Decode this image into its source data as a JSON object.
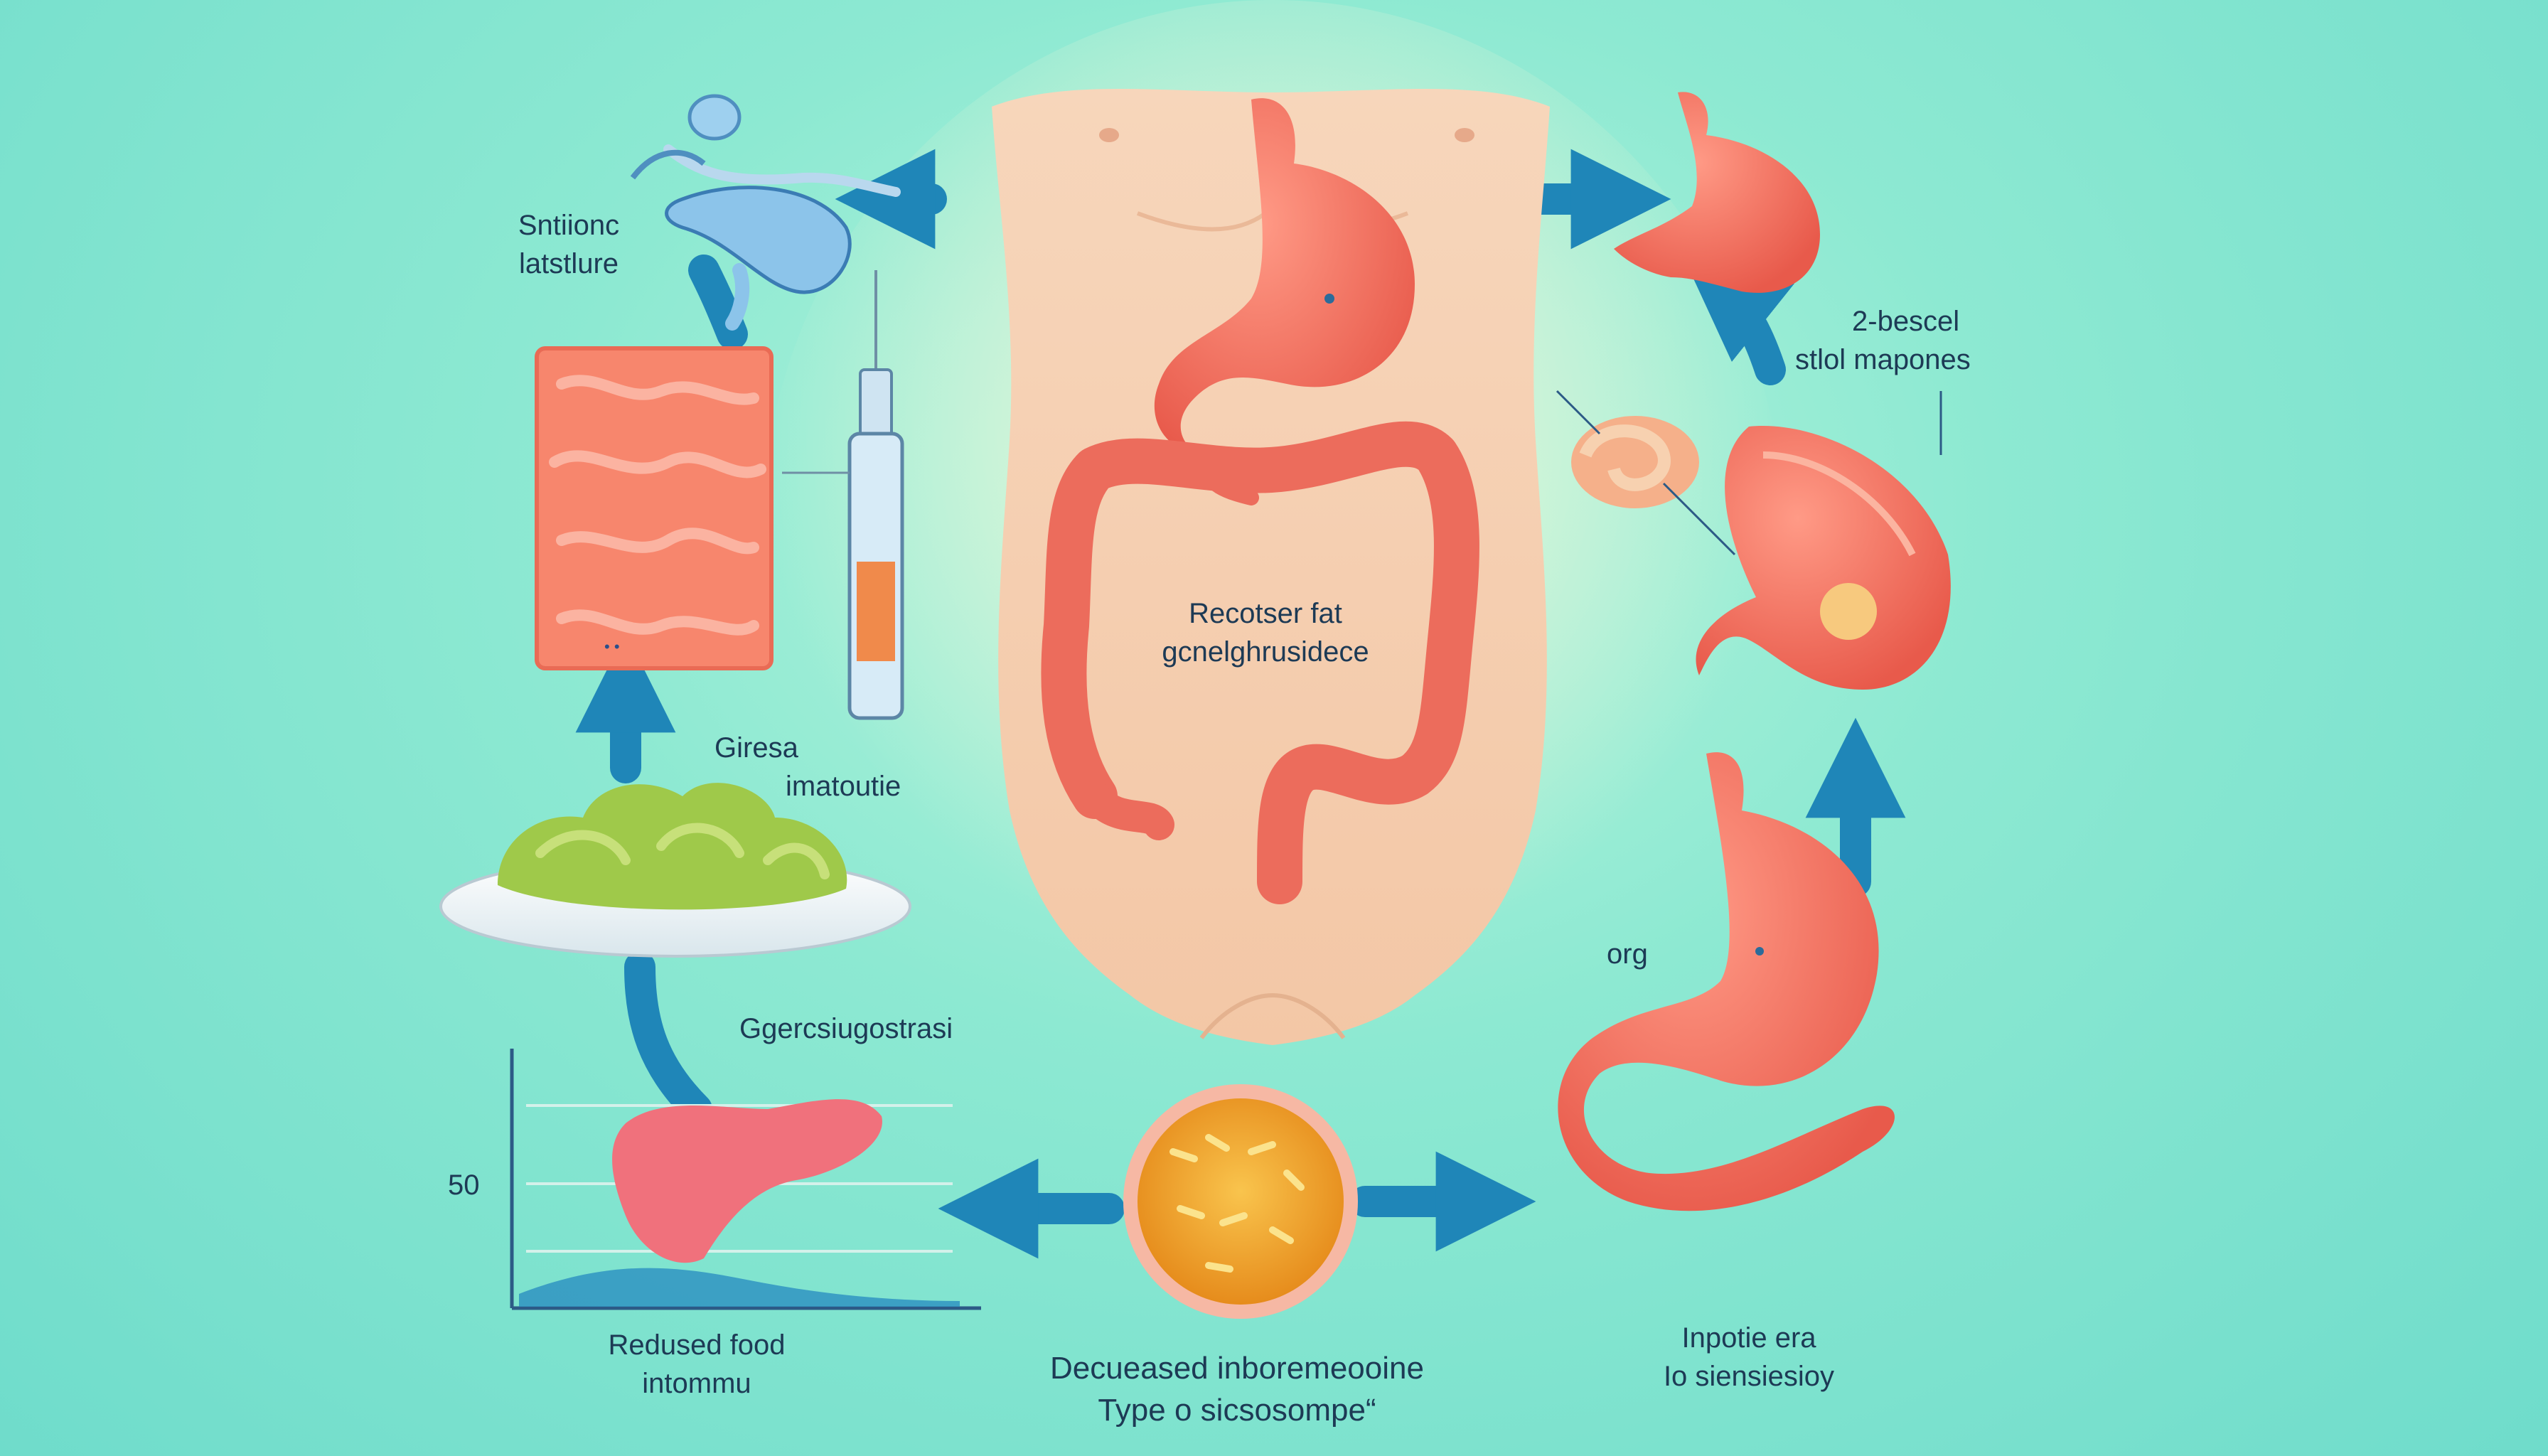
{
  "diagram": {
    "colors": {
      "background": "#7fe3cf",
      "arrow": "#1f86b8",
      "organ": "#f2705f",
      "skin": "#f6d2b4",
      "food_green": "#9fc94a",
      "food_orange": "#f4a52a"
    },
    "labels": {
      "top_left": [
        "Sntiionc",
        "latstlure"
      ],
      "center_body": [
        "Recotser fat",
        "gcnelghrusidece"
      ],
      "left_middle": [
        "Giresa",
        "imatoutie"
      ],
      "left_chart_title": "Ggercsiugostrasi",
      "chart_tick": "50",
      "bottom_left": [
        "Redused food",
        "intommu"
      ],
      "bottom_center": [
        "Decueased inboremeooine",
        "Type o sicsosompe“"
      ],
      "right_top": [
        "2-bescel",
        "stlol mapones"
      ],
      "right_middle": "org",
      "bottom_right": [
        "Inpotie era",
        "Io siensiesioy"
      ],
      "specimen_tag": "• •"
    },
    "icons": [
      "hose-bag-icon",
      "fat-tissue-icon",
      "syringe-icon",
      "torso-icon",
      "stomach-icon",
      "colon-icon",
      "stomach-small-icon",
      "intestine-coil-icon",
      "stomach-cross-section-icon",
      "stomach-duodenum-icon",
      "food-plate-icon",
      "chart-icon",
      "pancreas-icon",
      "grain-bowl-icon"
    ]
  }
}
